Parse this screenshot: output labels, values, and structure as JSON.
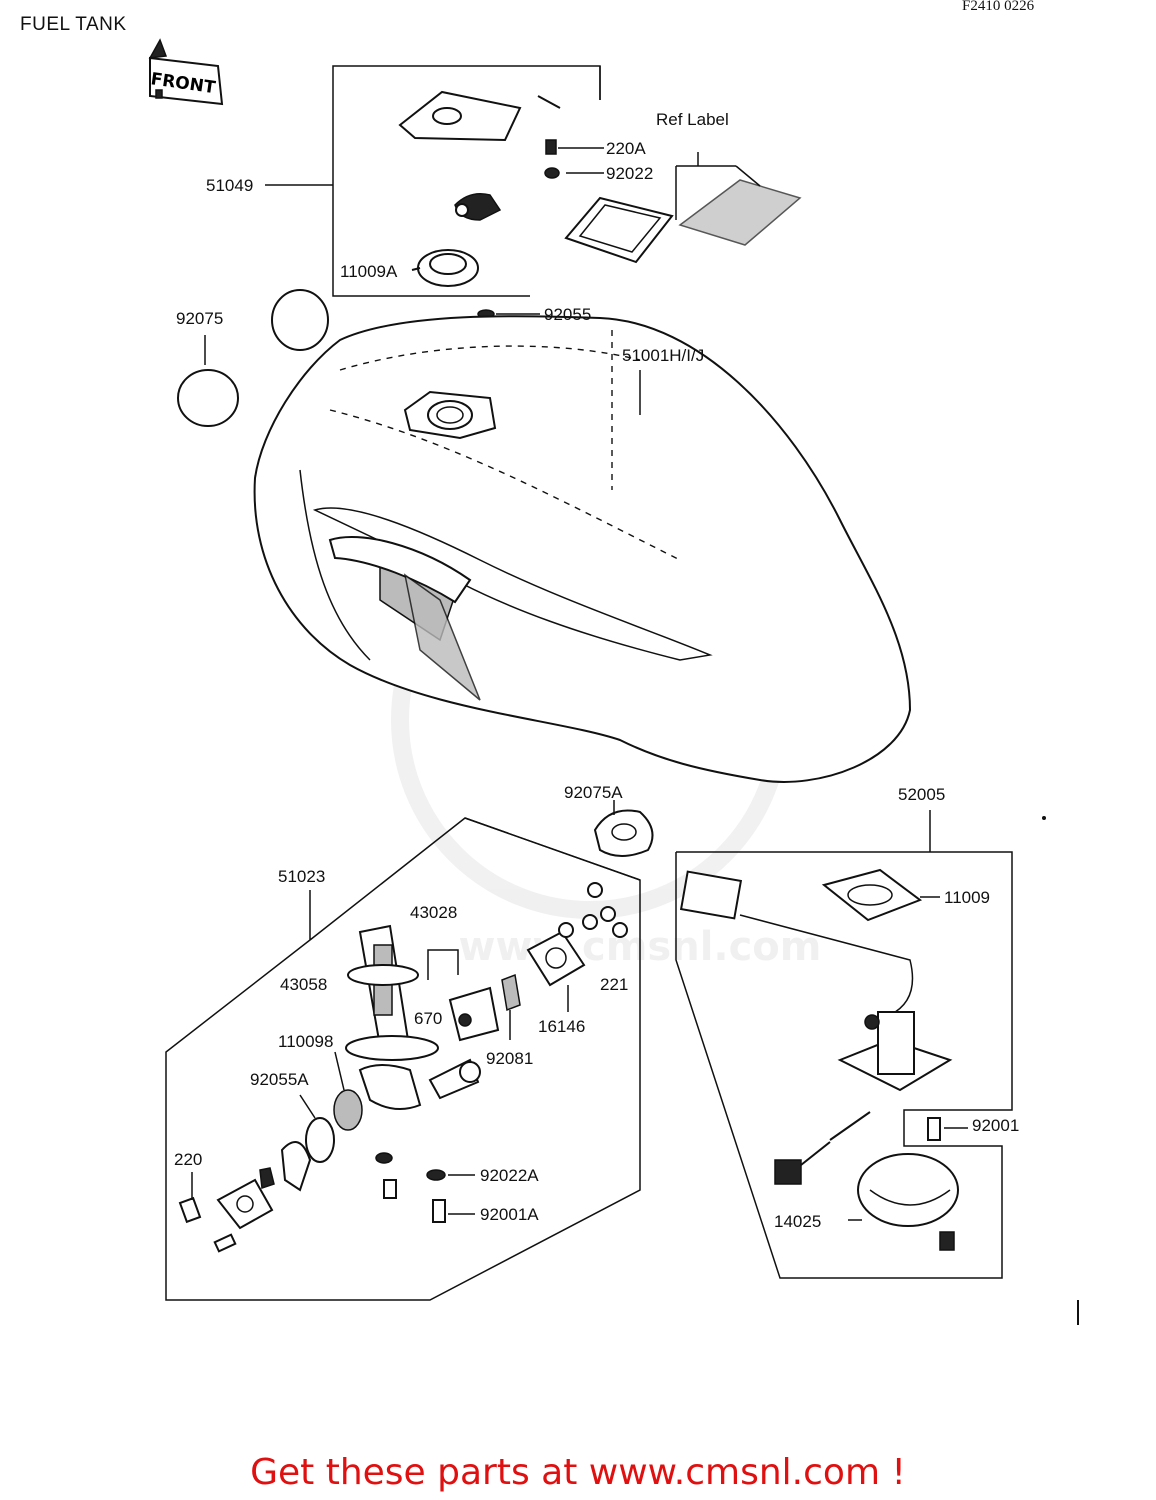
{
  "header": {
    "title": "FUEL TANK",
    "code": "F2410 0226"
  },
  "front_badge": "FRONT",
  "ref_label": "Ref  Label",
  "watermark": "www.cmsnl.com",
  "callouts": {
    "p51049": "51049",
    "p220A": "220A",
    "p92022": "92022",
    "p11009A": "11009A",
    "p92055": "92055",
    "p92075": "92075",
    "p51001": "51001H/I/J",
    "p92075A": "92075A",
    "p52005": "52005",
    "p51023": "51023",
    "p43028": "43028",
    "p11009": "11009",
    "p43058": "43058",
    "p221": "221",
    "p670": "670",
    "p16146": "16146",
    "p110098": "110098",
    "p92081": "92081",
    "p92055A": "92055A",
    "p92001": "92001",
    "p220": "220",
    "p92022A": "92022A",
    "p14025": "14025",
    "p92001A": "92001A"
  },
  "footer": {
    "promo": "Get these parts at www.cmsnl.com !"
  }
}
